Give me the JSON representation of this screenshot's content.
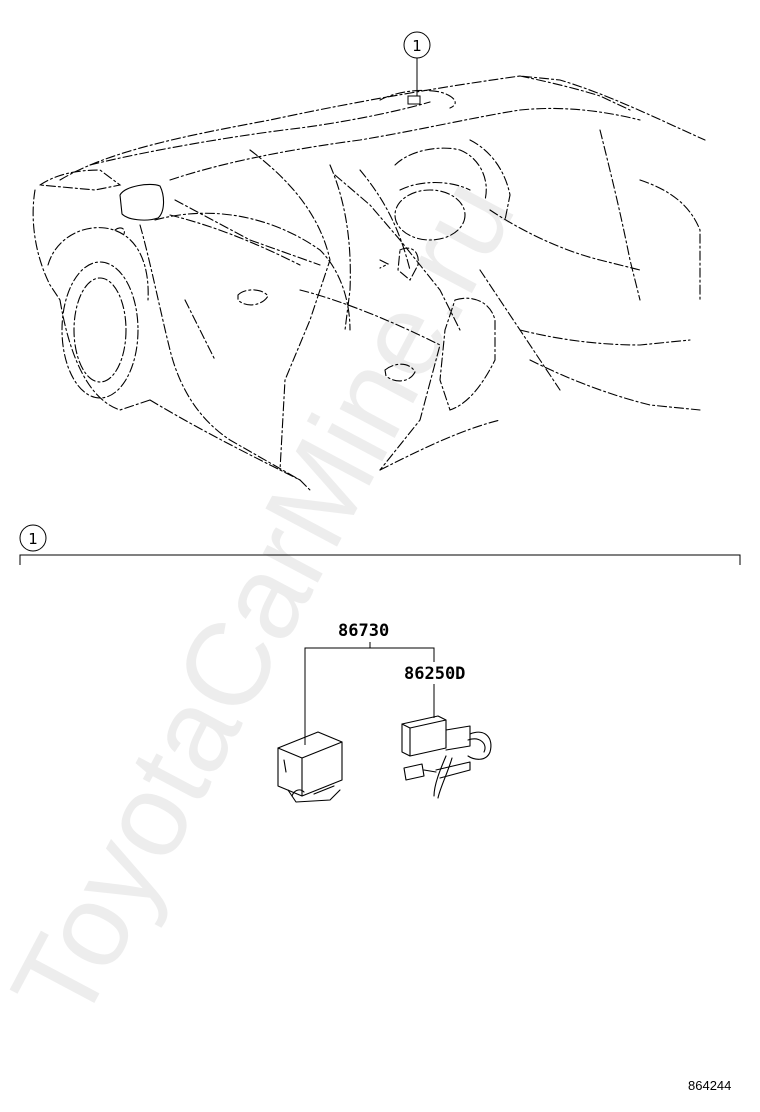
{
  "diagram": {
    "callouts": [
      "1",
      "1"
    ],
    "parts": [
      {
        "number": "86730"
      },
      {
        "number": "86250D"
      }
    ],
    "doc_id": "864244",
    "watermark": "ToyotaCarMine.ru"
  }
}
